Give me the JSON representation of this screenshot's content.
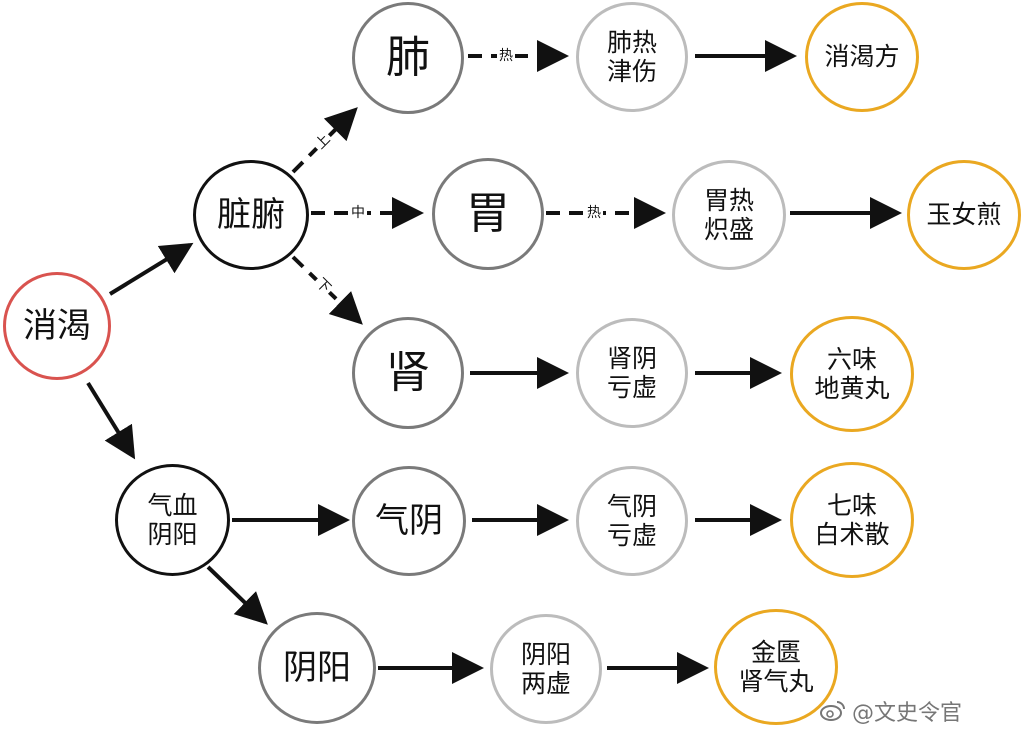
{
  "nodes": {
    "xiaoke": "消渴",
    "zangfu": "脏腑",
    "qixue_yinyang": [
      "气血",
      "阴阳"
    ],
    "fei": "肺",
    "wei": "胃",
    "shen": "肾",
    "qiyin": "气阴",
    "yinyang": "阴阳",
    "feire_jinshang": [
      "肺热",
      "津伤"
    ],
    "weire_chisheng": [
      "胃热",
      "炽盛"
    ],
    "shenyin_kuixu": [
      "肾阴",
      "亏虚"
    ],
    "qiyin_kuixu": [
      "气阴",
      "亏虚"
    ],
    "yinyang_liangxu": [
      "阴阳",
      "两虚"
    ],
    "xiaokefang": "消渴方",
    "yunujian": "玉女煎",
    "liuwei": [
      "六味",
      "地黄丸"
    ],
    "qiwei": [
      "七味",
      "白术散"
    ],
    "jingui": [
      "金匮",
      "肾气丸"
    ]
  },
  "edge_labels": {
    "shang": "上",
    "zhong": "中",
    "xia": "下",
    "re_fei": "热",
    "re_wei": "热"
  },
  "colors": {
    "root": "#d9534f",
    "level1": "#111111",
    "organ": "#7a7a7a",
    "syndrome": "#bcbcbc",
    "formula": "#eaa821"
  },
  "watermark": "@文史令官"
}
